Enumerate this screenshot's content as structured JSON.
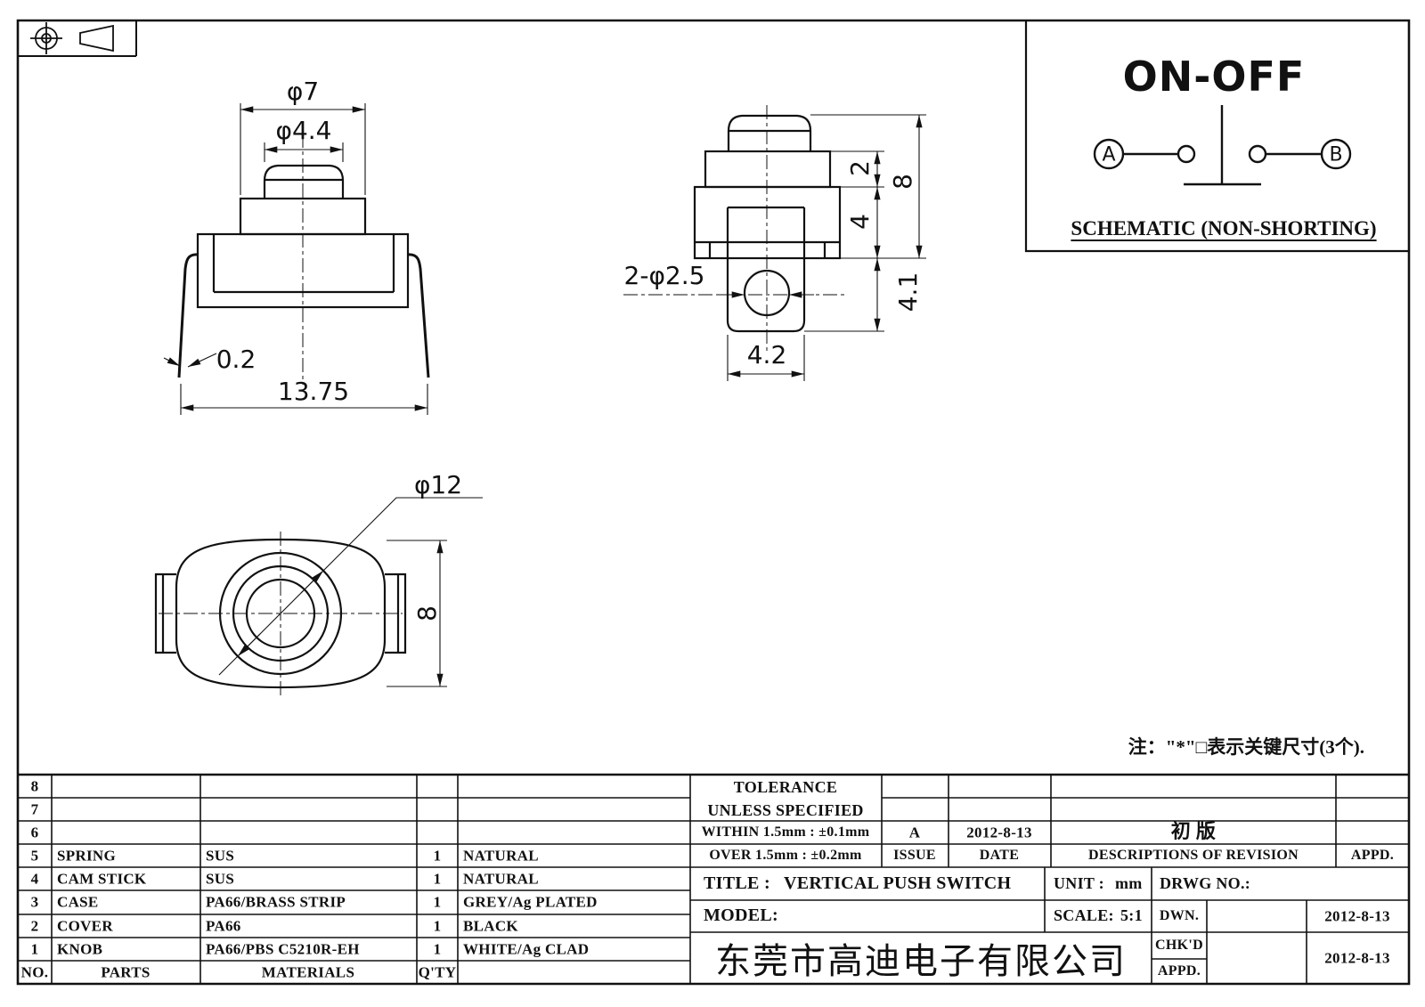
{
  "sheet": {
    "type": "engineering-drawing"
  },
  "dims": {
    "front": {
      "outer_dia": "φ7",
      "knob_dia": "φ4.4",
      "leg_thickness": "0.2",
      "overall_width": "13.75"
    },
    "side": {
      "collar_h": "2",
      "body_h": "4",
      "hole_offset": "4.1",
      "overall_h": "8",
      "tab_w": "4.2",
      "hole": "2-φ2.5"
    },
    "top": {
      "dia": "φ12",
      "height": "8"
    }
  },
  "schematic": {
    "title": "ON-OFF",
    "terminal_a": "A",
    "terminal_b": "B",
    "caption": "SCHEMATIC (NON-SHORTING)"
  },
  "annotation": {
    "note": "注：\"*\"□表示关键尺寸(3个)."
  },
  "parts_table": {
    "headers": {
      "no": "NO.",
      "parts": "PARTS",
      "materials": "MATERIALS",
      "qty": "Q'TY"
    },
    "rows": [
      {
        "no": "8",
        "part": "",
        "material": "",
        "qty": "",
        "finish": ""
      },
      {
        "no": "7",
        "part": "",
        "material": "",
        "qty": "",
        "finish": ""
      },
      {
        "no": "6",
        "part": "",
        "material": "",
        "qty": "",
        "finish": ""
      },
      {
        "no": "5",
        "part": "SPRING",
        "material": "SUS",
        "qty": "1",
        "finish": "NATURAL"
      },
      {
        "no": "4",
        "part": "CAM STICK",
        "material": "SUS",
        "qty": "1",
        "finish": "NATURAL"
      },
      {
        "no": "3",
        "part": "CASE",
        "material": "PA66/BRASS STRIP",
        "qty": "1",
        "finish": "GREY/Ag PLATED"
      },
      {
        "no": "2",
        "part": "COVER",
        "material": "PA66",
        "qty": "1",
        "finish": "BLACK"
      },
      {
        "no": "1",
        "part": "KNOB",
        "material": "PA66/PBS C5210R-EH",
        "qty": "1",
        "finish": "WHITE/Ag CLAD"
      }
    ]
  },
  "title_block": {
    "tolerance": {
      "line1": "TOLERANCE",
      "line2": "UNLESS  SPECIFIED",
      "within": "WITHIN 1.5mm : ±0.1mm",
      "over": "OVER 1.5mm : ±0.2mm"
    },
    "revision": {
      "issue_value": "A",
      "date_value": "2012-8-13",
      "description_value": "初 版",
      "issue_label": "ISSUE",
      "date_label": "DATE",
      "description_label": "DESCRIPTIONS OF REVISION",
      "appd_label": "APPD."
    },
    "title_label": "TITLE :",
    "title_value": "VERTICAL PUSH SWITCH",
    "unit_label": "UNIT :",
    "unit_value": "mm",
    "drwg_label": "DRWG NO.:",
    "model_label": "MODEL:",
    "scale_label": "SCALE:",
    "scale_value": "5:1",
    "sign": {
      "dwn": "DWN.",
      "chkd": "CHK'D",
      "appd": "APPD.",
      "dwn_date": "2012-8-13",
      "chkd_date": "2012-8-13"
    },
    "company": "东莞市高迪电子有限公司"
  }
}
